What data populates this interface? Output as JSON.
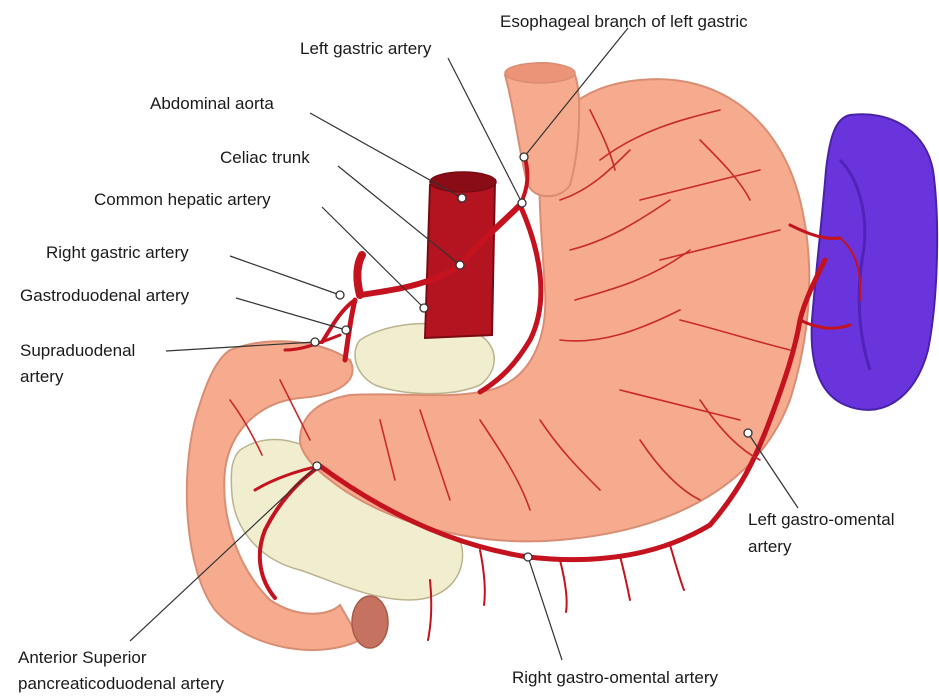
{
  "labels": {
    "esophageal_branch": "Esophageal branch of left gastric",
    "left_gastric": "Left gastric artery",
    "abdominal_aorta": "Abdominal aorta",
    "celiac_trunk": "Celiac trunk",
    "common_hepatic": "Common hepatic artery",
    "right_gastric": "Right gastric artery",
    "gastroduodenal": "Gastroduodenal artery",
    "supraduodenal_1": "Supraduodenal",
    "supraduodenal_2": "artery",
    "left_gastro_omental_1": "Left gastro-omental",
    "left_gastro_omental_2": "artery",
    "anterior_superior_1": "Anterior Superior",
    "anterior_superior_2": "pancreaticoduodenal artery",
    "right_gastro_omental": "Right gastro-omental artery"
  },
  "colors": {
    "stomach": "#f6ab8e",
    "stomach_edge": "#d98e74",
    "artery": "#c4121f",
    "aorta": "#b3141f",
    "spleen": "#6a34dc",
    "pancreas": "#f1edcf",
    "leader": "#333333"
  }
}
